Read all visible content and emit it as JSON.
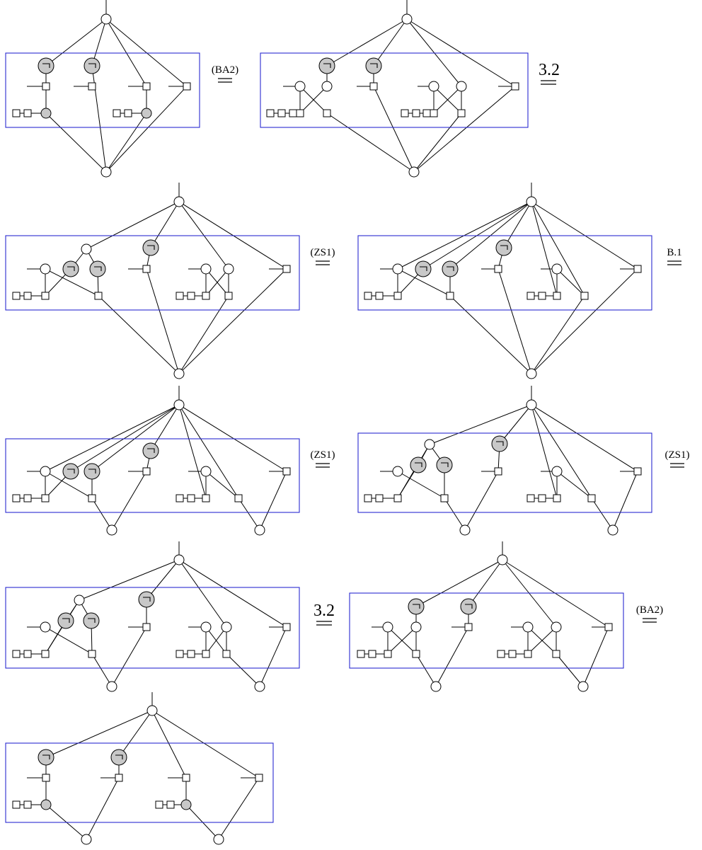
{
  "diagram": {
    "equations": [
      {
        "label": "(BA2)"
      },
      {
        "label": "3.2"
      },
      {
        "label": "(ZS1)"
      },
      {
        "label": "B.1"
      },
      {
        "label": "(ZS1)"
      },
      {
        "label": "(ZS1)"
      },
      {
        "label": "3.2"
      },
      {
        "label": "(BA2)"
      }
    ],
    "negation_symbol": "¬",
    "colors": {
      "box": "#2a2ad0",
      "shaded_node": "#c8c8c8"
    }
  }
}
